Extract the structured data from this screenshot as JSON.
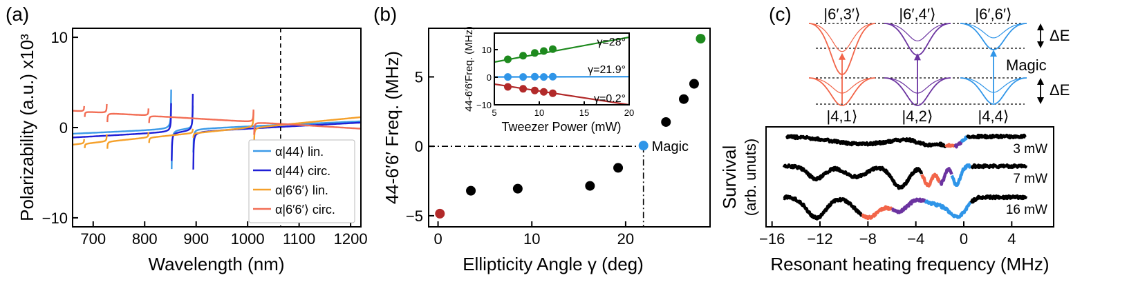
{
  "colors": {
    "lin44": "#3b9ae8",
    "circ44": "#1f1fd6",
    "lin66": "#f5a02a",
    "circ66": "#f26e55",
    "green": "#1e8a1e",
    "blue": "#2f95e8",
    "red": "#b22a2a",
    "purple": "#6b33a0",
    "salmon": "#f26549"
  },
  "chart_data": [
    {
      "panel": "(a)",
      "type": "line",
      "xlabel": "Wavelength (nm)",
      "ylabel": "Polarizability (a.u.) x10³",
      "xlim": [
        660,
        1220
      ],
      "ylim": [
        -11,
        11
      ],
      "xticks": [
        700,
        800,
        900,
        1000,
        1100,
        1200
      ],
      "yticks": [
        -10,
        0,
        10
      ],
      "ytick_labels": [
        "−10",
        "0",
        "10"
      ],
      "vline_x": 1064,
      "legend_position": "lower-right",
      "legend": [
        {
          "label": "α|44⟩ lin.",
          "color": "#3b9ae8"
        },
        {
          "label": "α|44⟩ circ.",
          "color": "#1f1fd6"
        },
        {
          "label": "α|6′6′⟩ lin.",
          "color": "#f5a02a"
        },
        {
          "label": "α|6′6′⟩ circ.",
          "color": "#f26e55"
        }
      ],
      "series": [
        {
          "key": "lin44",
          "color": "#3b9ae8",
          "base": 0.4,
          "slope": 0.0025,
          "resonances": [
            [
              852,
              2.2
            ],
            [
              894,
              1.3
            ]
          ]
        },
        {
          "key": "circ44",
          "color": "#1f1fd6",
          "base": 0.2,
          "slope": 0.003,
          "resonances": [
            [
              852,
              1.6
            ],
            [
              894,
              2.1
            ]
          ]
        },
        {
          "key": "lin66",
          "color": "#f5a02a",
          "base": 0.5,
          "slope": 0.0055,
          "resonances": [
            [
              683,
              0.25
            ],
            [
              727,
              0.4
            ],
            [
              808,
              0.3
            ],
            [
              894,
              0.25
            ],
            [
              1012,
              0.9
            ]
          ]
        },
        {
          "key": "circ66",
          "color": "#f26e55",
          "base": 0.3,
          "slope": -0.0035,
          "resonances": [
            [
              683,
              0.3
            ],
            [
              727,
              0.5
            ],
            [
              808,
              0.4
            ],
            [
              1012,
              0.7
            ]
          ]
        }
      ]
    },
    {
      "panel": "(b)",
      "type": "scatter",
      "xlabel": "Ellipticity Angle γ (deg)",
      "ylabel": "44-6′6′ Freq. (MHz)",
      "xlim": [
        -1,
        29
      ],
      "ylim": [
        -5.8,
        8.5
      ],
      "xticks": [
        0,
        10,
        20
      ],
      "yticks": [
        -5,
        0,
        5
      ],
      "ytick_labels": [
        "−5",
        "0",
        "5"
      ],
      "magic_label": "Magic",
      "magic_x": 21.9,
      "points": [
        {
          "x": 0.2,
          "y": -4.85,
          "color": "#b22a2a"
        },
        {
          "x": 3.5,
          "y": -3.2,
          "color": "#000000"
        },
        {
          "x": 8.5,
          "y": -3.05,
          "color": "#000000"
        },
        {
          "x": 16.2,
          "y": -2.85,
          "color": "#000000"
        },
        {
          "x": 19.2,
          "y": -1.55,
          "color": "#000000"
        },
        {
          "x": 21.9,
          "y": 0.05,
          "color": "#2f95e8"
        },
        {
          "x": 24.3,
          "y": 1.75,
          "color": "#000000"
        },
        {
          "x": 26.2,
          "y": 3.4,
          "color": "#000000"
        },
        {
          "x": 27.3,
          "y": 4.5,
          "color": "#000000"
        },
        {
          "x": 28.0,
          "y": 7.75,
          "color": "#1e8a1e"
        }
      ]
    },
    {
      "panel": "(b) inset",
      "type": "scatter",
      "xlabel": "Tweezer Power (mW)",
      "ylabel": "44-6′6′Freq. (MHz)",
      "xlim": [
        5,
        20
      ],
      "ylim": [
        -10,
        16
      ],
      "xticks": [
        5,
        10,
        15,
        20
      ],
      "yticks": [
        -10,
        0,
        10
      ],
      "ytick_labels": [
        "−10",
        "0",
        "10"
      ],
      "series": [
        {
          "name": "γ=28°",
          "color": "#1e8a1e",
          "x": [
            6.5,
            8.2,
            9.5,
            10.5,
            11.5
          ],
          "y": [
            6.5,
            7.8,
            8.8,
            9.5,
            10.2
          ],
          "fit": [
            [
              5,
              5.5
            ],
            [
              20,
              14.5
            ]
          ]
        },
        {
          "name": "γ=21.9°",
          "color": "#2f95e8",
          "x": [
            6.5,
            8.2,
            9.5,
            10.5,
            11.5
          ],
          "y": [
            0.1,
            0.1,
            0.2,
            0.1,
            0.2
          ],
          "fit": [
            [
              5,
              0.1
            ],
            [
              20,
              0.2
            ]
          ]
        },
        {
          "name": "γ=0.2°",
          "color": "#b22a2a",
          "x": [
            6.5,
            8.2,
            9.5,
            10.5,
            11.5
          ],
          "y": [
            -3.5,
            -4.2,
            -4.8,
            -5.3,
            -5.8
          ],
          "fit": [
            [
              5,
              -2.5
            ],
            [
              20,
              -10
            ]
          ]
        }
      ]
    },
    {
      "panel": "(c)",
      "type": "line",
      "xlabel": "Resonant heating frequency (MHz)",
      "ylabel": "Survival",
      "ylabel2": "(arb. unuts)",
      "xlim": [
        -16.5,
        7.5
      ],
      "xticks": [
        -16,
        -12,
        -8,
        -4,
        0,
        4
      ],
      "xtick_labels": [
        "−16",
        "−12",
        "−8",
        "−4",
        "0",
        "4"
      ],
      "traces": [
        {
          "name": "3 mW",
          "offset": 0,
          "depth": 0.35,
          "x_start": -14.8,
          "x_end": 5.2,
          "edge": 0.3,
          "dips": [
            [
              -8.5,
              2.5,
              0.7
            ],
            [
              -3.5,
              0.6,
              0.5
            ],
            [
              -2.5,
              0.5,
              0.6
            ],
            [
              -1.5,
              0.4,
              0.7
            ],
            [
              -0.6,
              0.4,
              0.8
            ]
          ],
          "segments": [
            [
              -14.8,
              -1.5,
              "#000000"
            ],
            [
              -1.5,
              -0.7,
              "#f26549"
            ],
            [
              -0.7,
              -0.2,
              "#6b33a0"
            ],
            [
              -0.2,
              0.3,
              "#2f95e8"
            ],
            [
              0.3,
              5.2,
              "#000000"
            ]
          ]
        },
        {
          "name": "7 mW",
          "offset": 1,
          "depth": 0.7,
          "x_start": -15.0,
          "x_end": 5.2,
          "edge": 0.6,
          "dips": [
            [
              -12.3,
              0.7,
              0.6
            ],
            [
              -9.0,
              0.9,
              0.5
            ],
            [
              -5.3,
              0.7,
              1.0
            ],
            [
              -3.0,
              0.35,
              0.9
            ],
            [
              -1.9,
              0.3,
              0.8
            ],
            [
              -0.6,
              0.3,
              0.9
            ]
          ],
          "segments": [
            [
              -15.0,
              -3.5,
              "#000000"
            ],
            [
              -3.5,
              -2.0,
              "#f26549"
            ],
            [
              -2.0,
              -1.0,
              "#6b33a0"
            ],
            [
              -1.0,
              0.6,
              "#2f95e8"
            ],
            [
              0.6,
              5.2,
              "#000000"
            ]
          ]
        },
        {
          "name": "16 mW",
          "offset": 2,
          "depth": 0.75,
          "x_start": -15.0,
          "x_end": 5.2,
          "edge": 1.0,
          "dips": [
            [
              -12.3,
              0.8,
              0.9
            ],
            [
              -8.0,
              1.0,
              0.9
            ],
            [
              -5.4,
              0.7,
              0.6
            ],
            [
              -2.2,
              1.0,
              0.3
            ],
            [
              -0.5,
              0.7,
              0.8
            ]
          ],
          "segments": [
            [
              -15.0,
              -8.5,
              "#000000"
            ],
            [
              -8.5,
              -6.0,
              "#f26549"
            ],
            [
              -6.0,
              -3.2,
              "#6b33a0"
            ],
            [
              -3.2,
              0.6,
              "#2f95e8"
            ],
            [
              0.6,
              5.2,
              "#000000"
            ]
          ]
        }
      ]
    }
  ],
  "diagram": {
    "panel_label": "(c)",
    "top_labels": [
      "|6′,3′⟩",
      "|6′,4′⟩",
      "|6′,6′⟩"
    ],
    "bottom_labels": [
      "|4,1⟩",
      "|4,2⟩",
      "|4,4⟩"
    ],
    "delta_e": "ΔE",
    "magic": "Magic",
    "colors": [
      "#f26549",
      "#6b33a0",
      "#2f95e8"
    ]
  },
  "panel_labels": {
    "a": "(a)",
    "b": "(b)",
    "c": "(c)"
  }
}
